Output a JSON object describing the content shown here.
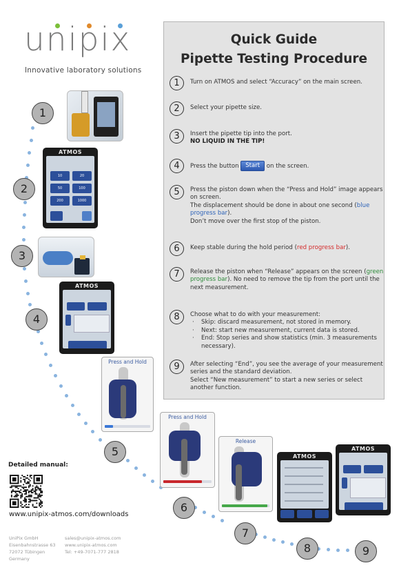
{
  "brand": {
    "name": "unipix",
    "tagline": "Innovative laboratory solutions",
    "dot_colors": [
      "#e08a2c",
      "#5aa0d8",
      "#7bbf3a"
    ]
  },
  "guide": {
    "title_line1": "Quick Guide",
    "title_line2": "Pipette Testing Procedure",
    "steps": [
      {
        "num": "1",
        "text": "Turn on ATMOS and select “Accuracy” on the main screen."
      },
      {
        "num": "2",
        "text": "Select your pipette size."
      },
      {
        "num": "3",
        "text": "Insert the pipette tip into the port.",
        "bold": "NO LIQUID IN THE TIP!"
      },
      {
        "num": "4",
        "before": "Press the button",
        "button": "Start",
        "after": "on the screen."
      },
      {
        "num": "5",
        "line1": "Press the piston down when the “Press and Hold” image appears on screen.",
        "line2a": "The displacement should be done in about one second (",
        "colored": "blue progress bar",
        "line2b": ").",
        "line3": "Don’t move over the first stop of the piston."
      },
      {
        "num": "6",
        "before": "Keep stable during the hold period (",
        "colored": "red progress bar",
        "after": ")."
      },
      {
        "num": "7",
        "before": "Release the piston when “Release” appears on the screen (",
        "colored": "green progress bar",
        "after": "). No need to remove the tip from the port until the next measurement."
      },
      {
        "num": "8",
        "intro": "Choose what to do with your measurement:",
        "bullets": [
          "Skip: discard measurement, not stored in memory.",
          "Next: start new measurement, current data is stored.",
          "End: Stop series and show statistics (min. 3 measurements necessary)."
        ]
      },
      {
        "num": "9",
        "line1": "After selecting “End”, you see the average of your measurement series and the standard deviation.",
        "line2": "Select “New measurement” to start a new series or select another function."
      }
    ],
    "colors": {
      "blue": "#2f64b8",
      "red": "#d42a2a",
      "green": "#2e8a3a"
    }
  },
  "path_numbers": [
    "1",
    "2",
    "3",
    "4",
    "5",
    "6",
    "7",
    "8",
    "9"
  ],
  "screens": {
    "atmos_label": "ATMOS",
    "press_hold": "Press and Hold",
    "release": "Release",
    "volumes": [
      "10",
      "20",
      "50",
      "100",
      "200",
      "1000"
    ]
  },
  "footer": {
    "manual_label": "Detailed manual:",
    "download_url": "www.unipix-atmos.com/downloads",
    "company": "UniPix GmbH",
    "street": "Eisenbahnstrasse 63",
    "city": "72072 Tübingen",
    "country": "Germany",
    "email": "sales@unipix-atmos.com",
    "web": "www.unipix-atmos.com",
    "phone": "Tel: +49-7071-777 2818"
  }
}
